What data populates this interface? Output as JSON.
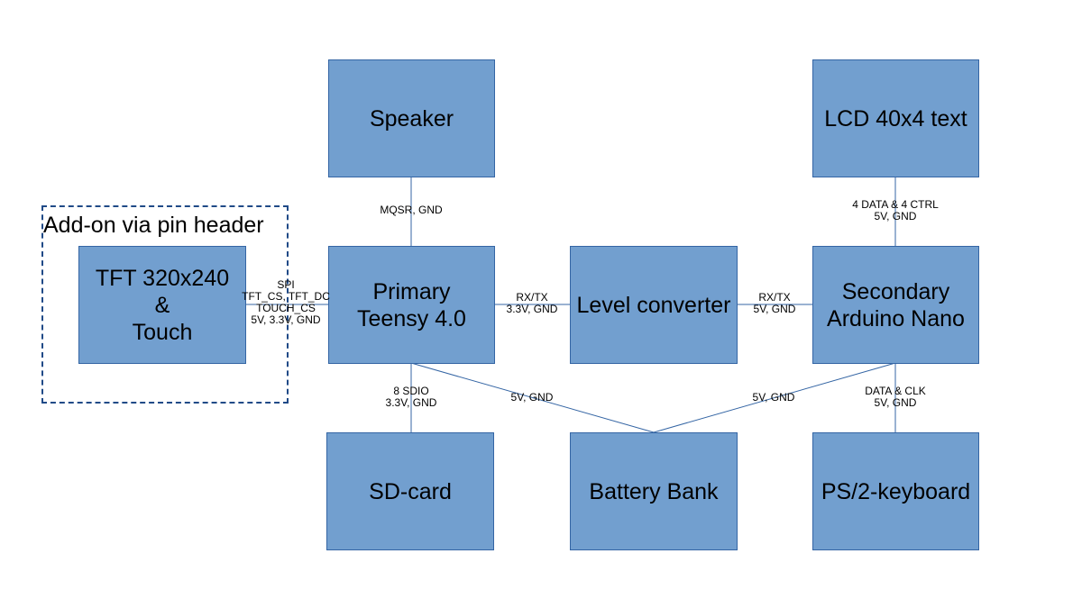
{
  "group": {
    "label": "Add-on via pin header"
  },
  "blocks": {
    "speaker": {
      "lines": [
        "Speaker"
      ]
    },
    "lcd": {
      "lines": [
        "LCD 40x4 text"
      ]
    },
    "tft": {
      "lines": [
        "TFT 320x240",
        "&",
        "Touch"
      ]
    },
    "teensy": {
      "lines": [
        "Primary",
        "Teensy 4.0"
      ]
    },
    "level": {
      "lines": [
        "Level converter"
      ]
    },
    "nano": {
      "lines": [
        "Secondary",
        "Arduino Nano"
      ]
    },
    "sdcard": {
      "lines": [
        "SD-card"
      ]
    },
    "battery": {
      "lines": [
        "Battery Bank"
      ]
    },
    "keyboard": {
      "lines": [
        "PS/2-keyboard"
      ]
    }
  },
  "edges": {
    "speaker_teensy": {
      "lines": [
        "MQSR, GND"
      ]
    },
    "lcd_nano": {
      "lines": [
        "4 DATA & 4 CTRL",
        "5V, GND"
      ]
    },
    "tft_teensy": {
      "lines": [
        "SPI",
        "TFT_CS, TFT_DC",
        "TOUCH_CS",
        "5V, 3.3V, GND"
      ]
    },
    "teensy_level": {
      "lines": [
        "RX/TX",
        "3.3V, GND"
      ]
    },
    "level_nano": {
      "lines": [
        "RX/TX",
        "5V, GND"
      ]
    },
    "teensy_sdcard": {
      "lines": [
        "8 SDIO",
        "3.3V, GND"
      ]
    },
    "teensy_battery": {
      "lines": [
        "5V, GND"
      ]
    },
    "nano_battery": {
      "lines": [
        "5V, GND"
      ]
    },
    "nano_keyboard": {
      "lines": [
        "DATA & CLK",
        "5V, GND"
      ]
    }
  },
  "colors": {
    "block_fill": "#729fcf",
    "block_border": "#3465a4",
    "line": "#3465a4",
    "group_border": "#204a87"
  }
}
